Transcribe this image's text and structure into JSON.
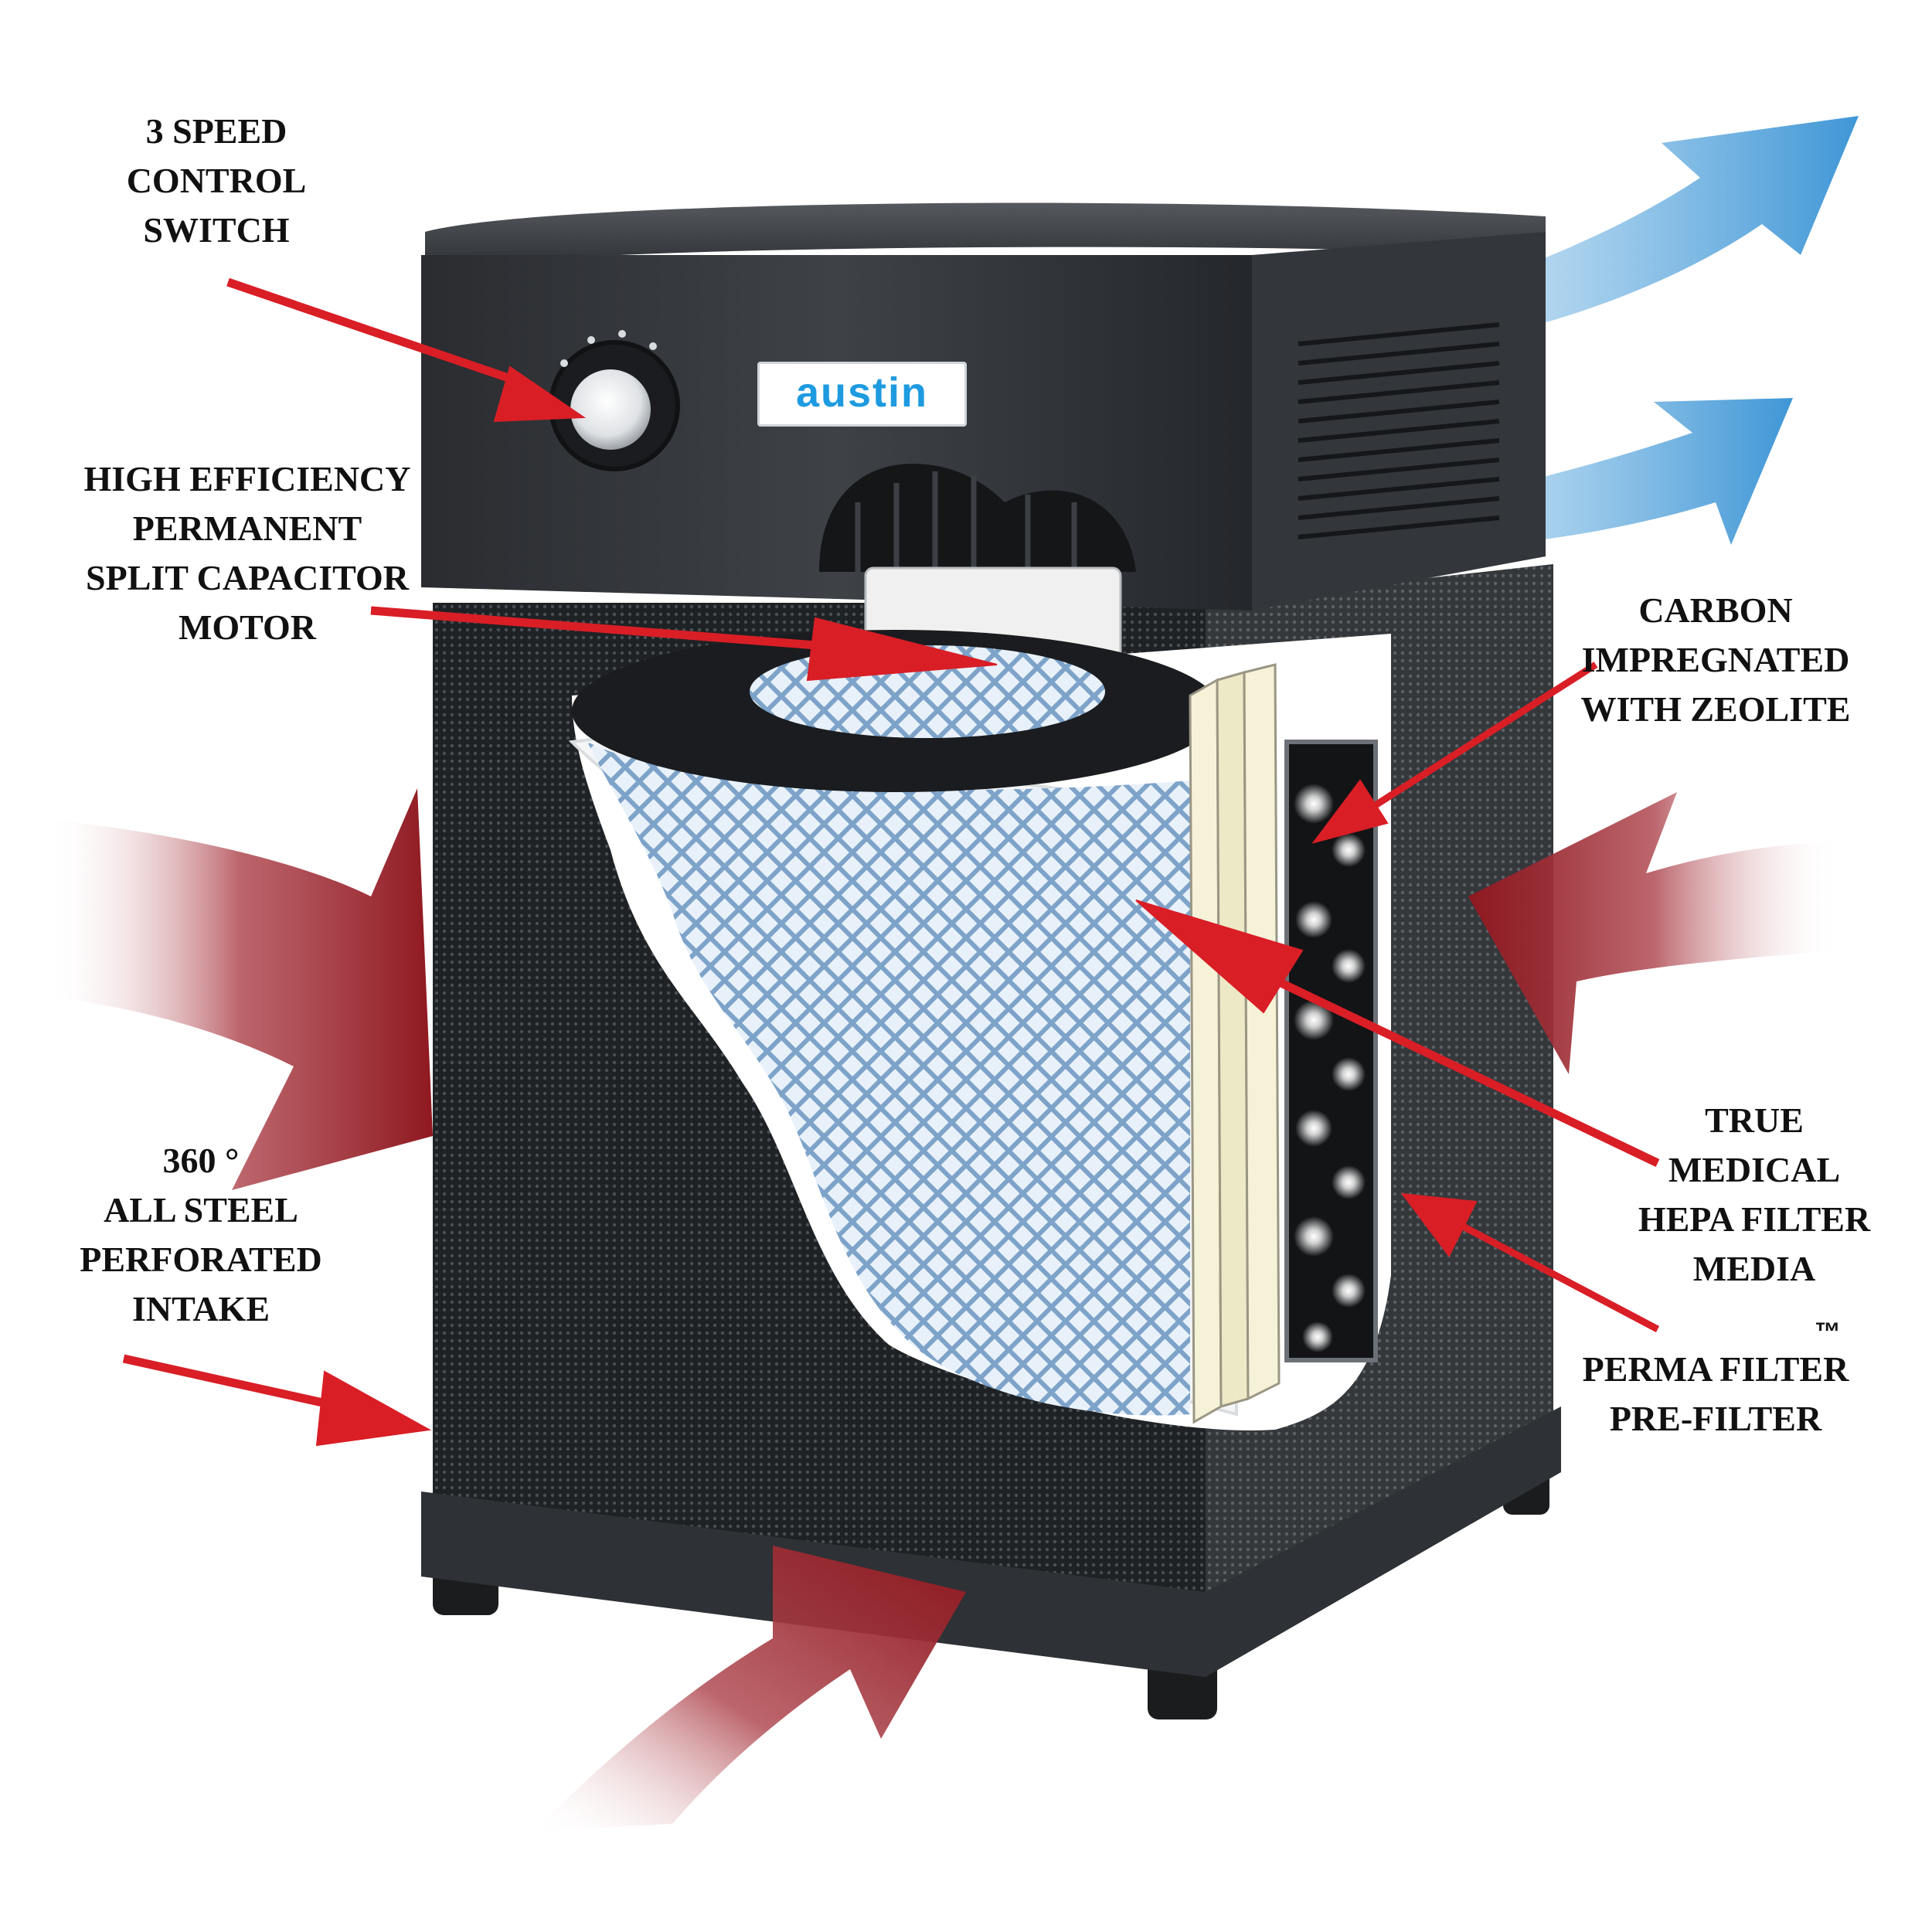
{
  "brand": {
    "name": "austin",
    "color": "#1e9be0"
  },
  "colors": {
    "pointer_arrow": "#d91e26",
    "intake_arrow": "#9b1b22",
    "exhaust_arrow": "#4a9fd8",
    "housing": "#2a2d30",
    "hepa_mesh": "#c9dcef"
  },
  "labels": {
    "speed_switch": [
      "3 SPEED",
      "CONTROL",
      "SWITCH"
    ],
    "motor": [
      "HIGH EFFICIENCY",
      "PERMANENT",
      "SPLIT CAPACITOR",
      "MOTOR"
    ],
    "carbon": [
      "CARBON",
      "IMPREGNATED",
      "WITH ZEOLITE"
    ],
    "intake": [
      "360 °",
      "ALL STEEL",
      "PERFORATED",
      "INTAKE"
    ],
    "hepa": [
      "TRUE",
      "MEDICAL",
      "HEPA FILTER",
      "MEDIA"
    ],
    "prefilter": [
      "PERMA FILTER",
      "PRE-FILTER"
    ],
    "trademark": "™"
  }
}
